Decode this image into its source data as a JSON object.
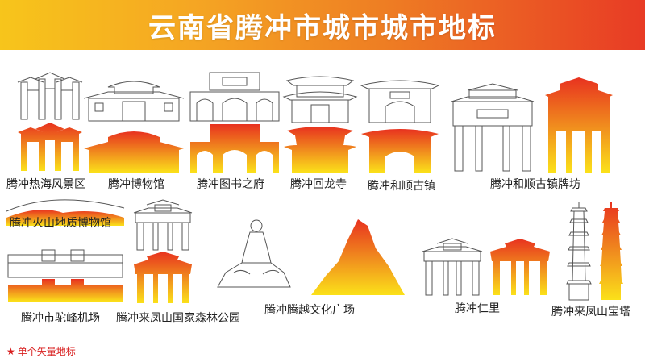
{
  "header": {
    "title": "云南省腾冲市城市城市地标"
  },
  "colors": {
    "banner_start": "#f7c51b",
    "banner_end": "#e83b25",
    "landmark_top": "#e8321f",
    "landmark_mid": "#f08a1e",
    "landmark_bottom": "#fbe11a",
    "outline": "#555555",
    "note": "#d81e1e"
  },
  "landmarks": [
    {
      "label": "腾冲热海风景区"
    },
    {
      "label": "腾冲博物馆"
    },
    {
      "label": "腾冲图书之府"
    },
    {
      "label": "腾冲回龙寺"
    },
    {
      "label": "腾冲和顺古镇"
    },
    {
      "label": "腾冲和顺古镇牌坊"
    },
    {
      "label": "腾冲火山地质博物馆"
    },
    {
      "label": "腾冲市驼峰机场"
    },
    {
      "label": "腾冲来凤山国家森林公园"
    },
    {
      "label": "腾冲腾越文化广场"
    },
    {
      "label": "腾冲仁里"
    },
    {
      "label": "腾冲来凤山宝塔"
    }
  ],
  "footer": {
    "note": "单个矢量地标"
  }
}
